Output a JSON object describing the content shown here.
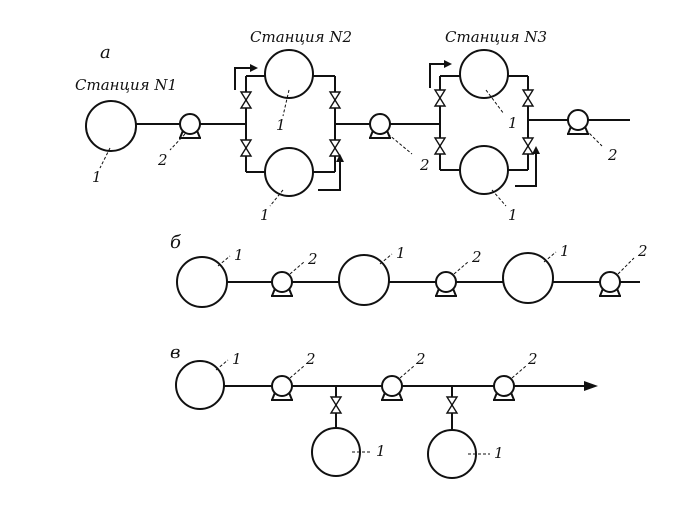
{
  "stations": {
    "station1": "Станция N1",
    "station2": "Станция N2",
    "station3": "Станция N3"
  },
  "panels": {
    "a": "а",
    "b": "б",
    "c": "в"
  },
  "labels": {
    "tank": "1",
    "pump": "2"
  }
}
